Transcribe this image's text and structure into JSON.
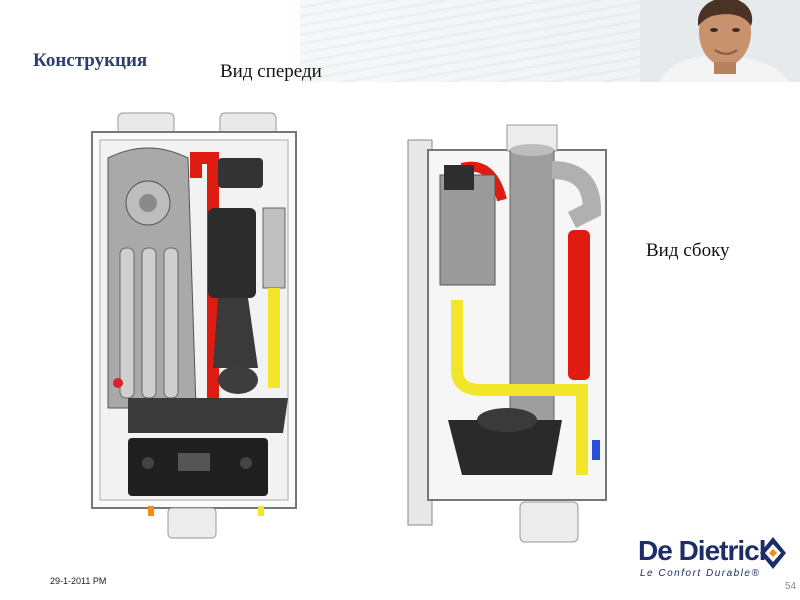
{
  "slide": {
    "title": "Конструкция",
    "front_label": "Вид спереди",
    "side_label": "Вид сбоку",
    "date": "29-1-2011 PM",
    "page_number": "54"
  },
  "logo": {
    "brand": "De Dietrich",
    "tagline": "Le Confort Durable®"
  },
  "colors": {
    "title": "#2b3f73",
    "brand": "#1d2d66",
    "accent_orange": "#f28c1b",
    "pipe_red": "#e01b12",
    "pipe_yellow": "#f2e62a"
  },
  "icons": {
    "logo_mark": "diamond-logo-icon"
  }
}
